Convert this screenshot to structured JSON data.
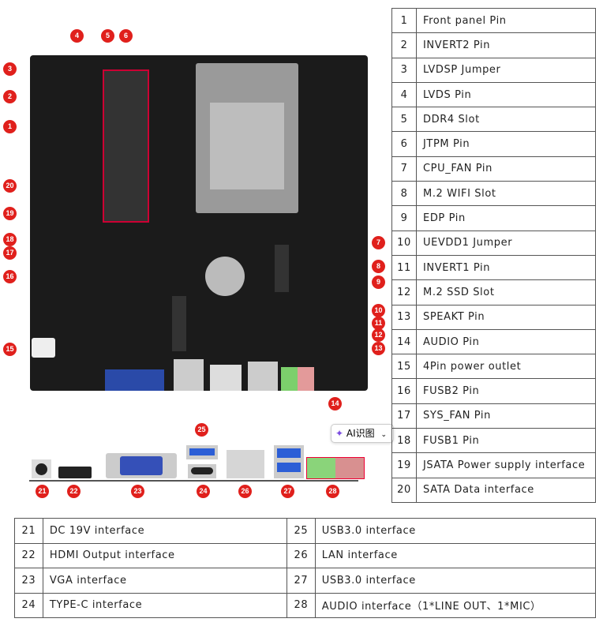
{
  "legend_right": [
    {
      "n": "1",
      "label": "Front panel Pin"
    },
    {
      "n": "2",
      "label": "INVERT2 Pin"
    },
    {
      "n": "3",
      "label": "LVDSP Jumper"
    },
    {
      "n": "4",
      "label": "LVDS Pin"
    },
    {
      "n": "5",
      "label": "DDR4 Slot"
    },
    {
      "n": "6",
      "label": "JTPM Pin"
    },
    {
      "n": "7",
      "label": "CPU_FAN Pin"
    },
    {
      "n": "8",
      "label": "M.2 WIFI Slot"
    },
    {
      "n": "9",
      "label": "EDP Pin"
    },
    {
      "n": "10",
      "label": "UEVDD1 Jumper"
    },
    {
      "n": "11",
      "label": "INVERT1 Pin"
    },
    {
      "n": "12",
      "label": "M.2 SSD Slot"
    },
    {
      "n": "13",
      "label": "SPEAKT Pin"
    },
    {
      "n": "14",
      "label": "AUDIO Pin"
    },
    {
      "n": "15",
      "label": "4Pin power outlet"
    },
    {
      "n": "16",
      "label": "FUSB2 Pin"
    },
    {
      "n": "17",
      "label": "SYS_FAN Pin"
    },
    {
      "n": "18",
      "label": "FUSB1 Pin"
    },
    {
      "n": "19",
      "label": "JSATA Power supply interface"
    },
    {
      "n": "20",
      "label": "SATA Data interface"
    }
  ],
  "legend_bottom": [
    [
      {
        "n": "21",
        "label": "DC 19V interface"
      },
      {
        "n": "25",
        "label": "USB3.0 interface"
      }
    ],
    [
      {
        "n": "22",
        "label": "HDMI Output interface"
      },
      {
        "n": "26",
        "label": "LAN interface"
      }
    ],
    [
      {
        "n": "23",
        "label": "VGA interface"
      },
      {
        "n": "27",
        "label": "USB3.0 interface"
      }
    ],
    [
      {
        "n": "24",
        "label": "TYPE-C interface"
      },
      {
        "n": "28",
        "label": "AUDIO interface（1*LINE OUT、1*MIC）"
      }
    ]
  ],
  "markers": [
    "1",
    "2",
    "3",
    "4",
    "5",
    "6",
    "7",
    "8",
    "9",
    "10",
    "11",
    "12",
    "13",
    "14",
    "15",
    "16",
    "17",
    "18",
    "19",
    "20",
    "21",
    "22",
    "23",
    "24",
    "25",
    "26",
    "27",
    "28"
  ],
  "ai_button": {
    "label": "AI识图",
    "icon": "sparkle-icon",
    "chevron": "chevron-down-icon"
  },
  "colors": {
    "marker": "#e0201c",
    "board": "#1b1b1b"
  }
}
